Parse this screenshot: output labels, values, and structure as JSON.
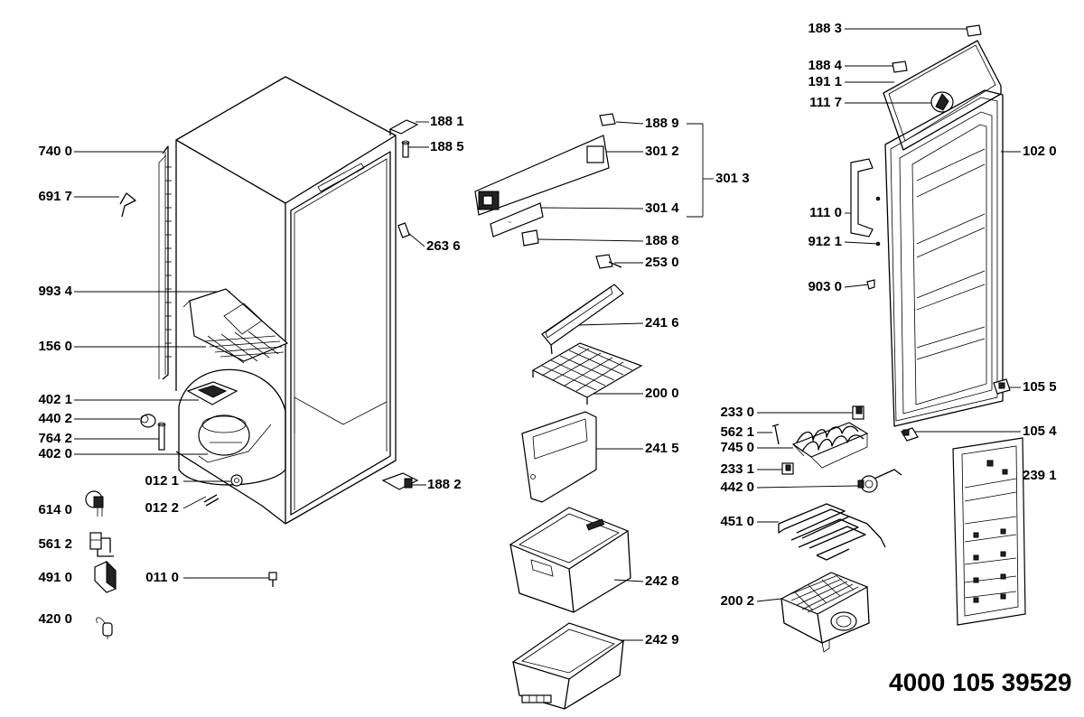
{
  "diagram_code": "4000 105 39529",
  "part_labels": [
    {
      "id": "l7400",
      "text": "740 0"
    },
    {
      "id": "l6917",
      "text": "691 7"
    },
    {
      "id": "l9934",
      "text": "993 4"
    },
    {
      "id": "l1560",
      "text": "156 0"
    },
    {
      "id": "l4021",
      "text": "402 1"
    },
    {
      "id": "l4402",
      "text": "440 2"
    },
    {
      "id": "l7642",
      "text": "764 2"
    },
    {
      "id": "l4020",
      "text": "402 0"
    },
    {
      "id": "l0121",
      "text": "012 1"
    },
    {
      "id": "l0122",
      "text": "012 2"
    },
    {
      "id": "l6140",
      "text": "614 0"
    },
    {
      "id": "l5612",
      "text": "561 2"
    },
    {
      "id": "l4910",
      "text": "491 0"
    },
    {
      "id": "l0110",
      "text": "011 0"
    },
    {
      "id": "l4200",
      "text": "420 0"
    },
    {
      "id": "l1881",
      "text": "188 1"
    },
    {
      "id": "l1885",
      "text": "188 5"
    },
    {
      "id": "l2636",
      "text": "263 6"
    },
    {
      "id": "l1882",
      "text": "188 2"
    },
    {
      "id": "l1889",
      "text": "188 9"
    },
    {
      "id": "l3012",
      "text": "301 2"
    },
    {
      "id": "l3013",
      "text": "301 3"
    },
    {
      "id": "l3014",
      "text": "301 4"
    },
    {
      "id": "l1888",
      "text": "188 8"
    },
    {
      "id": "l2530",
      "text": "253 0"
    },
    {
      "id": "l2416",
      "text": "241 6"
    },
    {
      "id": "l2000",
      "text": "200 0"
    },
    {
      "id": "l2415",
      "text": "241 5"
    },
    {
      "id": "l2428",
      "text": "242 8"
    },
    {
      "id": "l2429",
      "text": "242 9"
    },
    {
      "id": "l1883",
      "text": "188 3"
    },
    {
      "id": "l1884",
      "text": "188 4"
    },
    {
      "id": "l1911",
      "text": "191 1"
    },
    {
      "id": "l1117",
      "text": "111 7"
    },
    {
      "id": "l1020",
      "text": "102 0"
    },
    {
      "id": "l1110",
      "text": "111 0"
    },
    {
      "id": "l9121",
      "text": "912 1"
    },
    {
      "id": "l9030",
      "text": "903 0"
    },
    {
      "id": "l1055",
      "text": "105 5"
    },
    {
      "id": "l2330",
      "text": "233 0"
    },
    {
      "id": "l5621",
      "text": "562 1"
    },
    {
      "id": "l7450",
      "text": "745 0"
    },
    {
      "id": "l2331",
      "text": "233 1"
    },
    {
      "id": "l4420",
      "text": "442 0"
    },
    {
      "id": "l1054",
      "text": "105 4"
    },
    {
      "id": "l2391",
      "text": "239 1"
    },
    {
      "id": "l4510",
      "text": "451 0"
    },
    {
      "id": "l2002",
      "text": "200 2"
    }
  ]
}
